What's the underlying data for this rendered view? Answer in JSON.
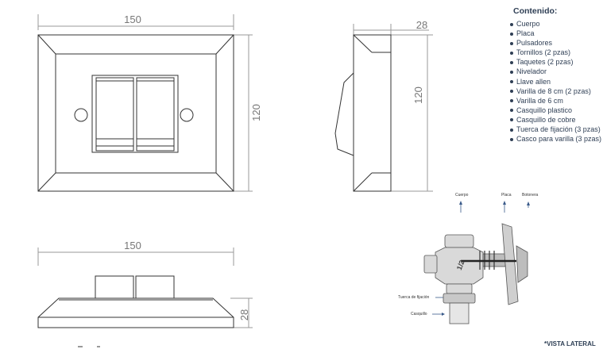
{
  "front_view": {
    "width_label": "150",
    "height_label": "120"
  },
  "side_view": {
    "depth_label": "28",
    "height_label": "120"
  },
  "bottom_view": {
    "width_label": "150",
    "depth_label": "28"
  },
  "contents": {
    "title": "Contenido:",
    "items": [
      "Cuerpo",
      "Placa",
      "Pulsadores",
      "Tornillos (2 pzas)",
      "Taquetes (2 pzas)",
      "Nivelador",
      "Llave allen",
      "Varilla de 8 cm (2 pzas)",
      "Varilla de 6 cm",
      "Casquillo plastico",
      "Casquillo de cobre",
      "Tuerca de fijación (3 pzas)",
      "Casco para varilla (3 pzas)"
    ]
  },
  "section_labels": {
    "cuerpo": "Cuerpo",
    "placa": "Placa",
    "botonera": "Botonera",
    "tuerca": "Tuerca de fijación",
    "casquillo": "Casquillo"
  },
  "valve_marking": "1/2",
  "footer_note": "*VISTA LATERAL",
  "colors": {
    "line": "#333333",
    "dim": "#8a8a8a",
    "text": "#2f3f55",
    "arrow": "#3a5a8a"
  }
}
